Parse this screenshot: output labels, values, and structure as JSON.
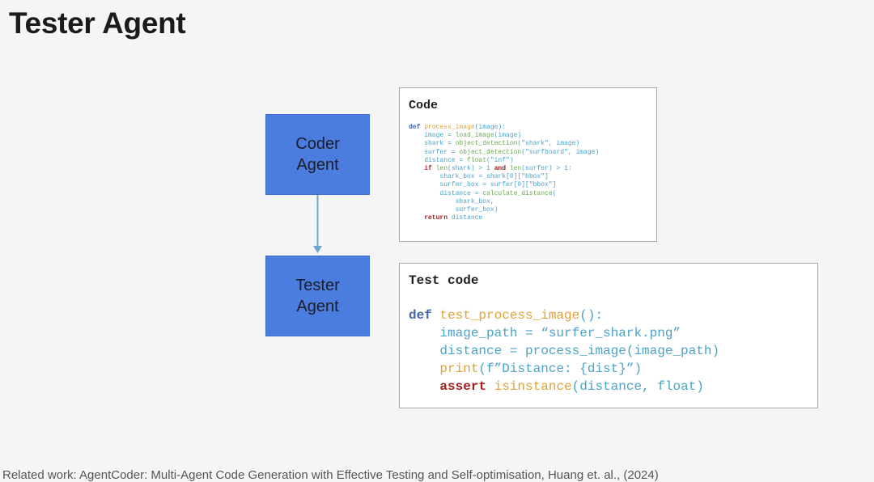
{
  "title": "Tester Agent",
  "coder_agent": {
    "label": "Coder\nAgent"
  },
  "tester_agent": {
    "label": "Tester\nAgent"
  },
  "code_panel": {
    "title": "Code",
    "lines": [
      [
        [
          "kw",
          "def "
        ],
        [
          "fn",
          "process_image"
        ],
        [
          "plain",
          "(image):"
        ]
      ],
      [
        [
          "plain",
          "    image = "
        ],
        [
          "fn-call",
          "load_image"
        ],
        [
          "plain",
          "(image)"
        ]
      ],
      [
        [
          "plain",
          "    shark = "
        ],
        [
          "fn-call",
          "object_detection"
        ],
        [
          "plain",
          "(\"shark\", image)"
        ]
      ],
      [
        [
          "plain",
          "    surfer = "
        ],
        [
          "fn-call",
          "object_detection"
        ],
        [
          "plain",
          "(\"surfboard\", image)"
        ]
      ],
      [
        [
          "plain",
          "    distance = "
        ],
        [
          "fn-call",
          "float"
        ],
        [
          "plain",
          "(\"inf\")"
        ]
      ],
      [
        [
          "kw-ret",
          "    if "
        ],
        [
          "fn-call",
          "len"
        ],
        [
          "plain",
          "(shark) > 1 "
        ],
        [
          "kw-ret",
          "and "
        ],
        [
          "fn-call",
          "len"
        ],
        [
          "plain",
          "(surfer) > 1:"
        ]
      ],
      [
        [
          "plain",
          "        shark_box = shark[0][\"bbox\"]"
        ]
      ],
      [
        [
          "plain",
          "        surfer_box = surfer[0][\"bbox\"]"
        ]
      ],
      [
        [
          "plain",
          "        distance = "
        ],
        [
          "fn-call",
          "calculate_distance"
        ],
        [
          "plain",
          "("
        ]
      ],
      [
        [
          "plain",
          "            shark_box,"
        ]
      ],
      [
        [
          "plain",
          "            surfer_box)"
        ]
      ],
      [
        [
          "kw-ret",
          "    return "
        ],
        [
          "plain",
          "distance"
        ]
      ]
    ]
  },
  "test_panel": {
    "title": "Test code",
    "lines": [
      [
        [
          "kw",
          "def "
        ],
        [
          "fn",
          "test_process_image"
        ],
        [
          "plain",
          "():"
        ]
      ],
      [
        [
          "plain",
          "    image_path = “surfer_shark.png”"
        ]
      ],
      [
        [
          "plain",
          "    distance = process_image(image_path)"
        ]
      ],
      [
        [
          "fn",
          "    print"
        ],
        [
          "plain",
          "(f”Distance: {dist}”)"
        ]
      ],
      [
        [
          "kw-ret",
          "    assert "
        ],
        [
          "fn",
          "isinstance"
        ],
        [
          "plain",
          "(distance, float)"
        ]
      ]
    ]
  },
  "footnote": "Related work: AgentCoder: Multi-Agent Code Generation with Effective Testing and Self-optimisation, Huang et. al., (2024)"
}
